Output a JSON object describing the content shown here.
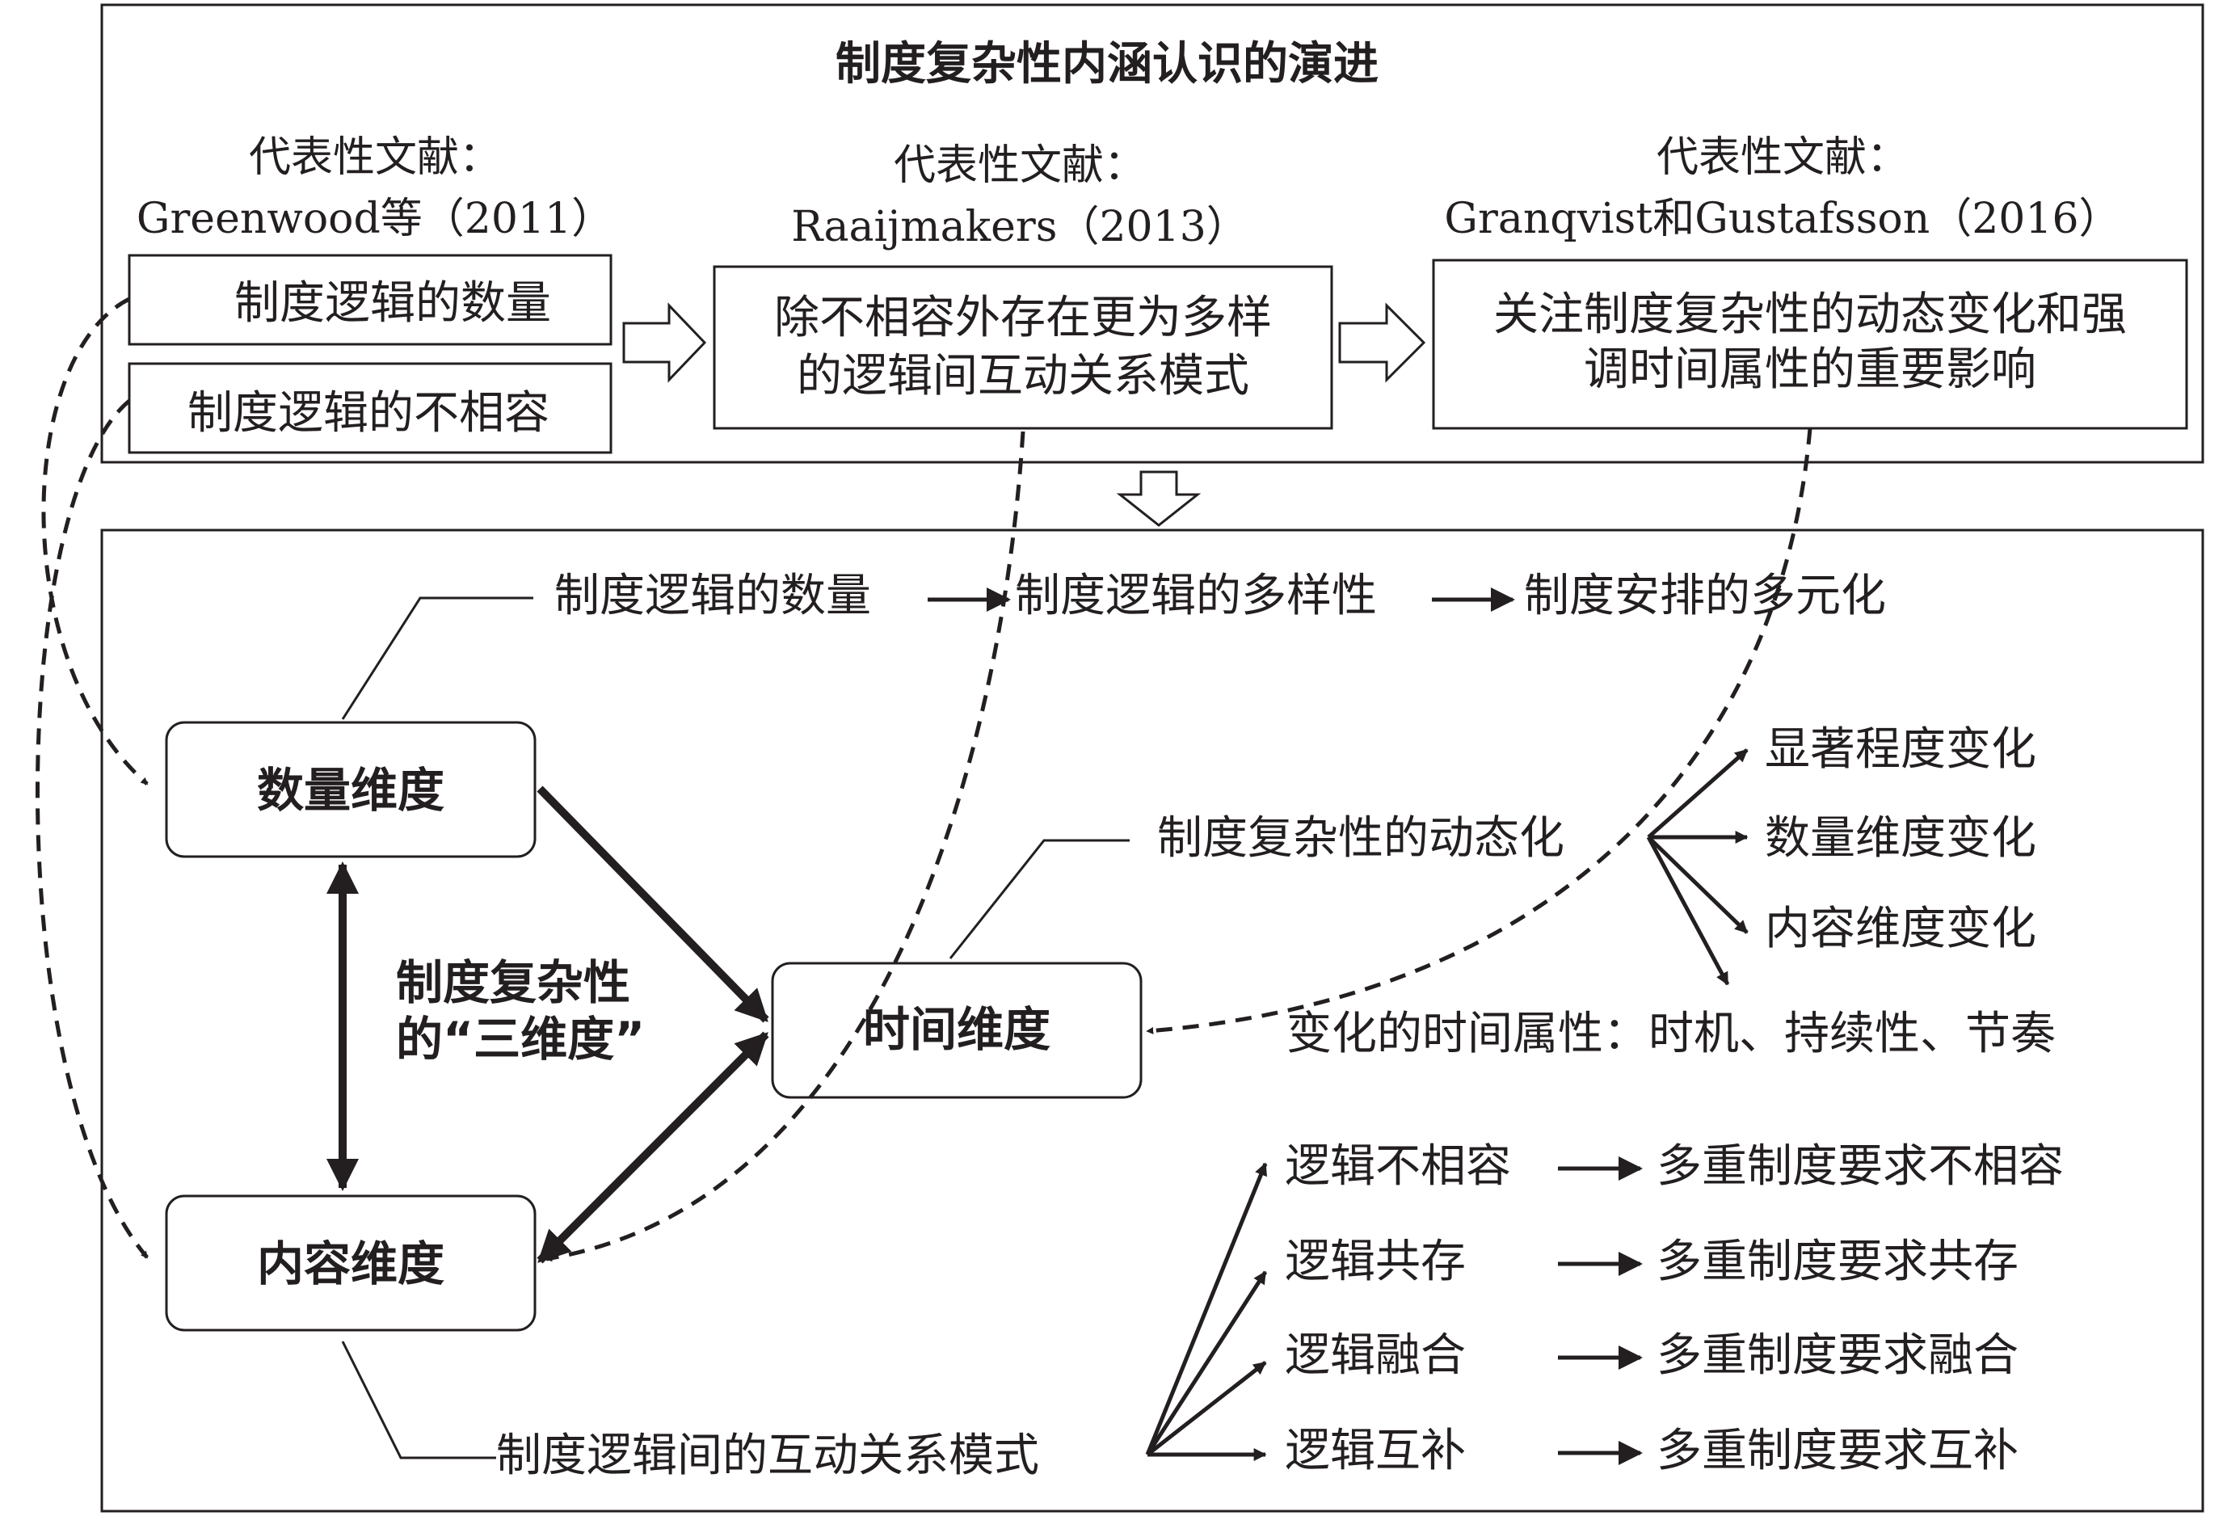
{
  "evolution": {
    "title": "制度复杂性内涵认识的演进",
    "stages": [
      {
        "ref_label": "代表性文献：",
        "ref_source": "Greenwood等（2011）",
        "items": [
          "制度逻辑的数量",
          "制度逻辑的不相容"
        ]
      },
      {
        "ref_label": "代表性文献：",
        "ref_source": "Raaijmakers（2013）",
        "items": [
          "除不相容外存在更为多样",
          "的逻辑间互动关系模式"
        ]
      },
      {
        "ref_label": "代表性文献：",
        "ref_source": "Granqvist和Gustafsson（2016）",
        "items": [
          "关注制度复杂性的动态变化和强",
          "调时间属性的重要影响"
        ]
      }
    ]
  },
  "framework": {
    "dimensions": {
      "quantity": "数量维度",
      "content": "内容维度",
      "time": "时间维度"
    },
    "center_label": [
      "制度复杂性",
      "的“三维度”"
    ],
    "quantity_chain": [
      "制度逻辑的数量",
      "制度逻辑的多样性",
      "制度安排的多元化"
    ],
    "time_branch": {
      "source": "制度复杂性的动态化",
      "changes": [
        "显著程度变化",
        "数量维度变化",
        "内容维度变化"
      ],
      "attributes": "变化的时间属性：时机、持续性、节奏"
    },
    "content_branch": {
      "source": "制度逻辑间的互动关系模式",
      "patterns": [
        {
          "logic": "逻辑不相容",
          "requirement": "多重制度要求不相容"
        },
        {
          "logic": "逻辑共存",
          "requirement": "多重制度要求共存"
        },
        {
          "logic": "逻辑融合",
          "requirement": "多重制度要求融合"
        },
        {
          "logic": "逻辑互补",
          "requirement": "多重制度要求互补"
        }
      ]
    }
  }
}
